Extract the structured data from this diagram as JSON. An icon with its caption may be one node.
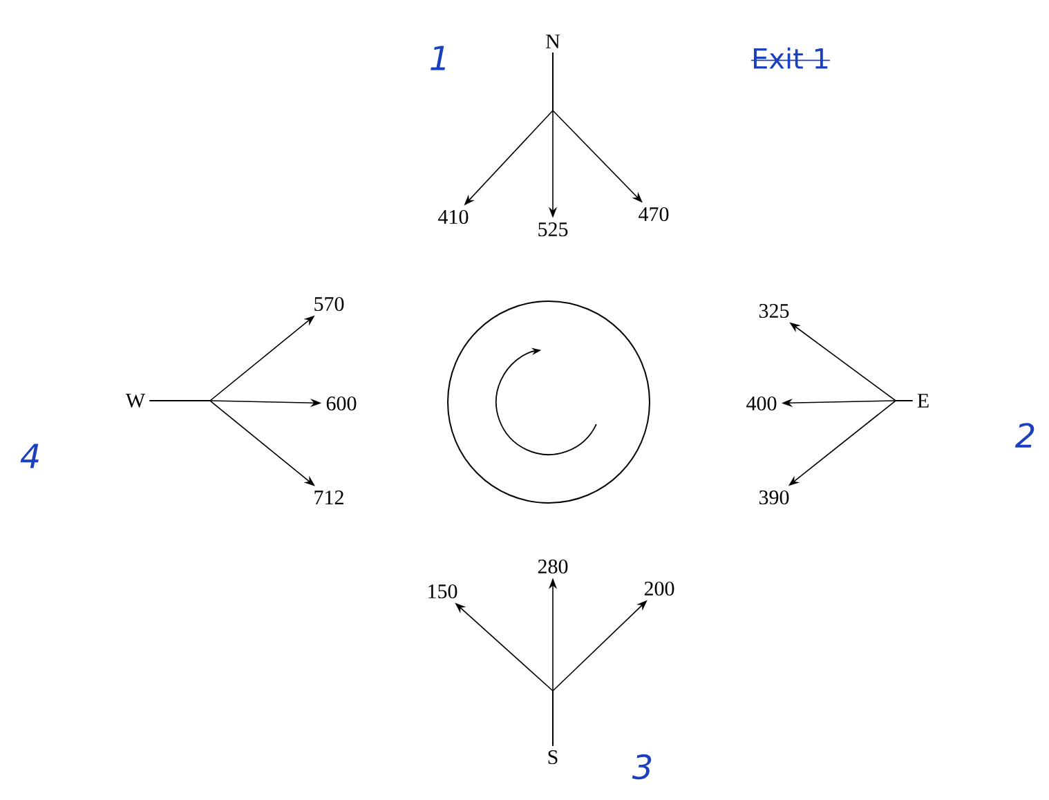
{
  "diagram": {
    "nodes": [
      {
        "text": [
          "N"
        ]
      },
      {
        "text": [
          "410"
        ]
      },
      {
        "text": [
          "525"
        ]
      },
      {
        "text": [
          "470"
        ]
      },
      {
        "text": [
          "W"
        ]
      },
      {
        "text": [
          "570"
        ]
      },
      {
        "text": [
          "600"
        ]
      },
      {
        "text": [
          "712"
        ]
      },
      {
        "text": [
          "E"
        ]
      },
      {
        "text": [
          "325"
        ]
      },
      {
        "text": [
          "400"
        ]
      },
      {
        "text": [
          "390"
        ]
      },
      {
        "text": [
          "S"
        ]
      },
      {
        "text": [
          "150"
        ]
      },
      {
        "text": [
          "280"
        ]
      },
      {
        "text": [
          "200"
        ]
      },
      {
        "text": [],
        "shape": "circle"
      }
    ],
    "edges": [
      {
        "from": 0,
        "to": 1,
        "arrow": "to"
      },
      {
        "from": 0,
        "to": 2,
        "arrow": "to"
      },
      {
        "from": 0,
        "to": 3,
        "arrow": "to"
      },
      {
        "from": 4,
        "to": 5,
        "arrow": "to"
      },
      {
        "from": 4,
        "to": 6,
        "arrow": "to"
      },
      {
        "from": 4,
        "to": 7,
        "arrow": "to"
      },
      {
        "from": 8,
        "to": 9,
        "arrow": "to"
      },
      {
        "from": 8,
        "to": 10,
        "arrow": "to"
      },
      {
        "from": 8,
        "to": 11,
        "arrow": "to"
      },
      {
        "from": 12,
        "to": 13,
        "arrow": "to"
      },
      {
        "from": 12,
        "to": 14,
        "arrow": "to"
      },
      {
        "from": 12,
        "to": 15,
        "arrow": "to"
      }
    ],
    "labels": [
      "1",
      "Exit 1",
      "2",
      "3",
      "4"
    ]
  }
}
